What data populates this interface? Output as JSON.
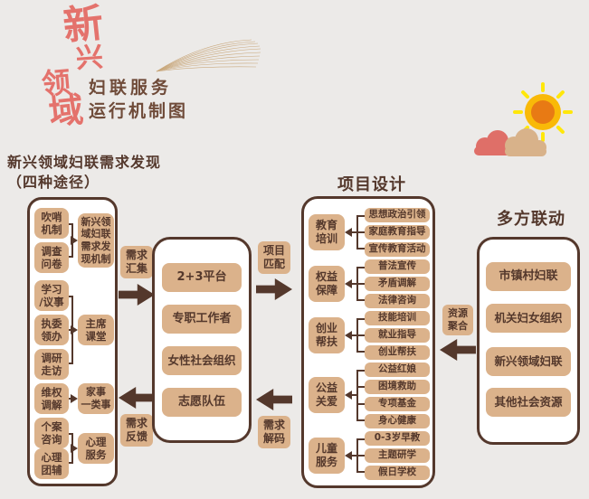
{
  "colors": {
    "background": "#ECEAE8",
    "ink_brown": "#54382C",
    "box_tan": "#DBB28B",
    "title_red": "#E4726C",
    "subtitle_brown": "#6F4B39",
    "sun_outer": "#F9B908",
    "sun_inner": "#E87A14",
    "sun_rays": "#FFE70A",
    "cloud_pink": "#DF6F68",
    "cloud_tan": "#D8B28A"
  },
  "title": {
    "calligraphy": [
      "新",
      "兴",
      "领",
      "域"
    ],
    "subtitle_line1": "妇联服务",
    "subtitle_line2": "运行机制图"
  },
  "discovery": {
    "heading_line1": "新兴领域妇联需求发现",
    "heading_line2": "（四种途径）",
    "groups": [
      {
        "sources": [
          "吹哨\n机制",
          "调查\n问卷"
        ],
        "target": "新兴领\n域妇联\n需求发\n现机制"
      },
      {
        "sources": [
          "学习\n/议事",
          "执委\n领办",
          "调研\n走访"
        ],
        "target": "主席\n课堂"
      },
      {
        "sources": [
          "维权\n调解"
        ],
        "target": "家事\n一类事"
      },
      {
        "sources": [
          "个案\n咨询",
          "心理\n团辅"
        ],
        "target": "心理\n服务"
      }
    ]
  },
  "flow": {
    "collect": "需求\n汇集",
    "feedback": "需求\n反馈",
    "match": "项目\n匹配",
    "decode": "需求\n解码",
    "aggregate": "资源\n聚合"
  },
  "platform": {
    "items": [
      "2+3平台",
      "专职工作者",
      "女性社会组织",
      "志愿队伍"
    ]
  },
  "project_design": {
    "heading": "项目设计",
    "groups": [
      {
        "category": "教育\n培训",
        "items": [
          "思想政治引领",
          "家庭教育指导",
          "宣传教育活动"
        ]
      },
      {
        "category": "权益\n保障",
        "items": [
          "普法宣传",
          "矛盾调解",
          "法律咨询"
        ]
      },
      {
        "category": "创业\n帮扶",
        "items": [
          "技能培训",
          "就业指导",
          "创业帮扶"
        ]
      },
      {
        "category": "公益\n关爱",
        "items": [
          "公益红娘",
          "困境救助",
          "专项基金",
          "身心健康"
        ]
      },
      {
        "category": "儿童\n服务",
        "items": [
          "0-3岁早教",
          "主题研学",
          "假日学校"
        ]
      }
    ]
  },
  "multi_linkage": {
    "heading": "多方联动",
    "items": [
      "市镇村妇联",
      "机关妇女组织",
      "新兴领域妇联",
      "其他社会资源"
    ]
  }
}
